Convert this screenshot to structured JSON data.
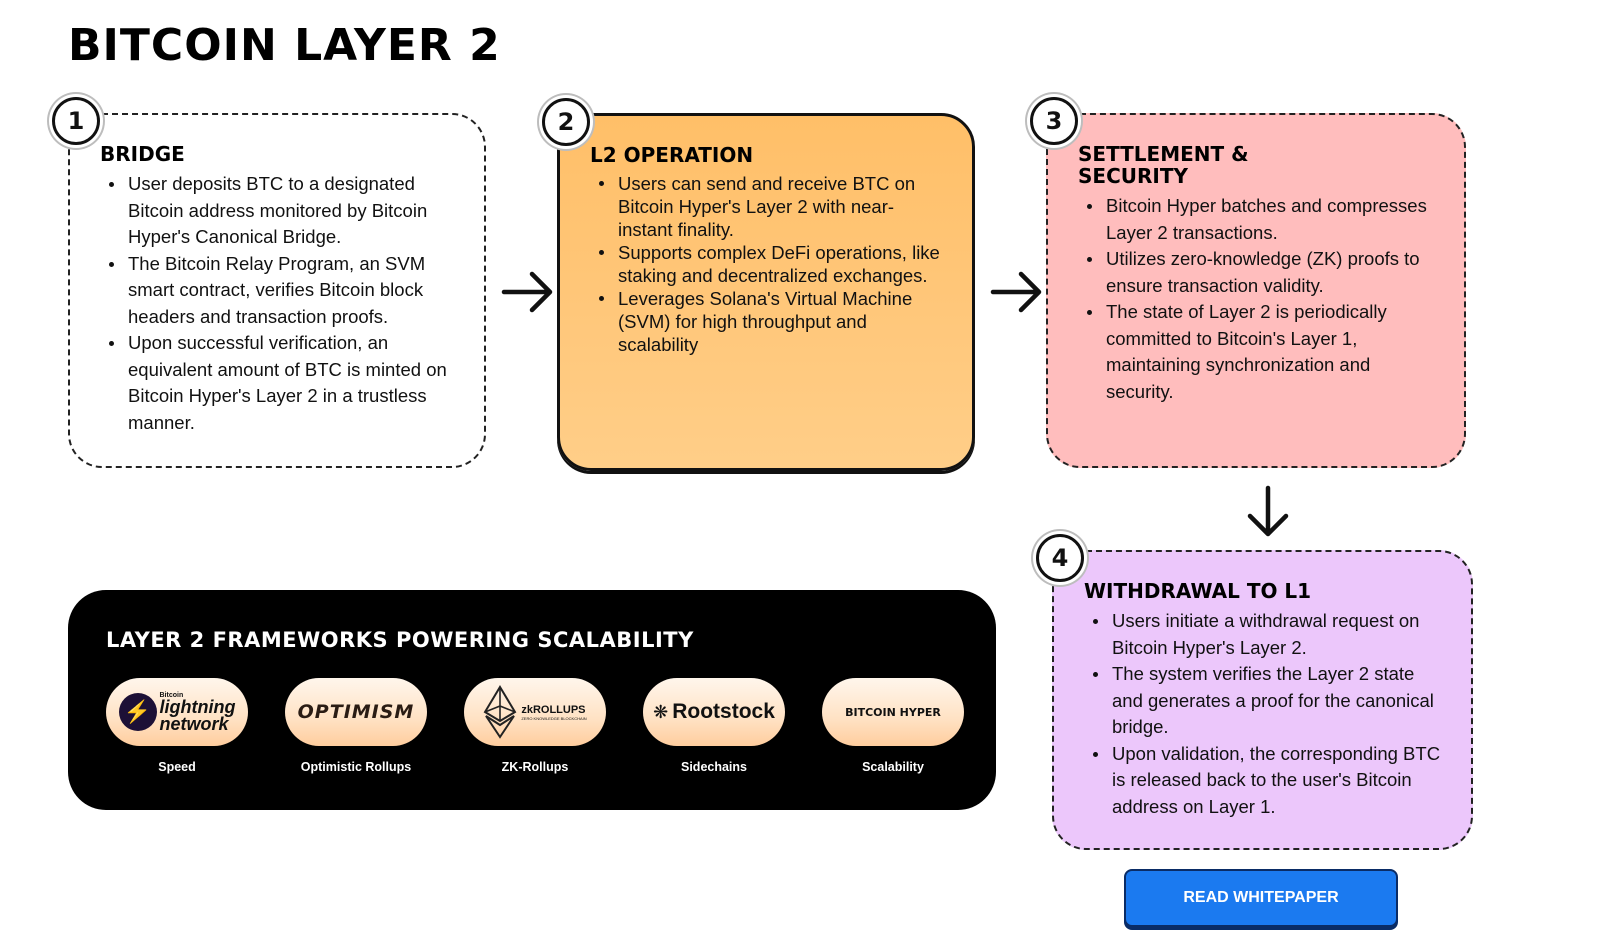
{
  "page_title": "BITCOIN LAYER 2",
  "steps": [
    {
      "number": "1",
      "title": "BRIDGE",
      "bullets": [
        "User deposits BTC to a designated Bitcoin address monitored by Bitcoin Hyper's Canonical Bridge.",
        "The Bitcoin Relay Program, an SVM smart contract, verifies Bitcoin block headers and transaction proofs.",
        "Upon successful verification, an equivalent amount of BTC is minted on Bitcoin Hyper's Layer 2 in a trustless manner."
      ]
    },
    {
      "number": "2",
      "title": "L2 OPERATION",
      "bullets": [
        "Users can send and receive BTC on Bitcoin Hyper's Layer 2 with near-instant finality.",
        "Supports complex DeFi operations, like staking and decentralized exchanges.",
        "Leverages Solana's Virtual Machine (SVM) for high throughput and scalability"
      ]
    },
    {
      "number": "3",
      "title": "SETTLEMENT & SECURITY",
      "bullets": [
        "Bitcoin Hyper batches and compresses Layer 2 transactions.",
        "Utilizes zero-knowledge (ZK) proofs to ensure transaction validity.",
        "The state of Layer 2 is periodically committed to Bitcoin's Layer 1, maintaining synchronization and security."
      ]
    },
    {
      "number": "4",
      "title": "WITHDRAWAL TO L1",
      "bullets": [
        "Users initiate a withdrawal request on Bitcoin Hyper's Layer 2.",
        "The system verifies the Layer 2 state and generates a proof for the canonical bridge.",
        "Upon validation, the corresponding BTC is released back to the user's Bitcoin address on Layer 1."
      ]
    }
  ],
  "frameworks": {
    "title": "LAYER 2 FRAMEWORKS POWERING SCALABILITY",
    "items": [
      {
        "logo_top": "Bitcoin",
        "logo_line1": "lightning",
        "logo_line2": "network",
        "icon": "lightning-bolt-icon",
        "caption": "Speed"
      },
      {
        "logo_text": "OPTIMISM",
        "caption": "Optimistic Rollups"
      },
      {
        "logo_text": "zkROLLUPS",
        "logo_sub": "ZERO KNOWLEDGE BLOCKCHAIN",
        "icon": "ethereum-icon",
        "caption": "ZK-Rollups"
      },
      {
        "logo_text": "Rootstock",
        "icon": "rootstock-icon",
        "caption": "Sidechains"
      },
      {
        "logo_text": "BITCOIN HYPER",
        "caption": "Scalability"
      }
    ]
  },
  "cta": {
    "label": "READ WHITEPAPER"
  },
  "colors": {
    "card_2_bg": "#ffc77a",
    "card_3_bg": "#ffbdbd",
    "card_4_bg": "#ecc7fb",
    "panel_bg": "#000000",
    "cta_bg": "#1b7af0"
  }
}
